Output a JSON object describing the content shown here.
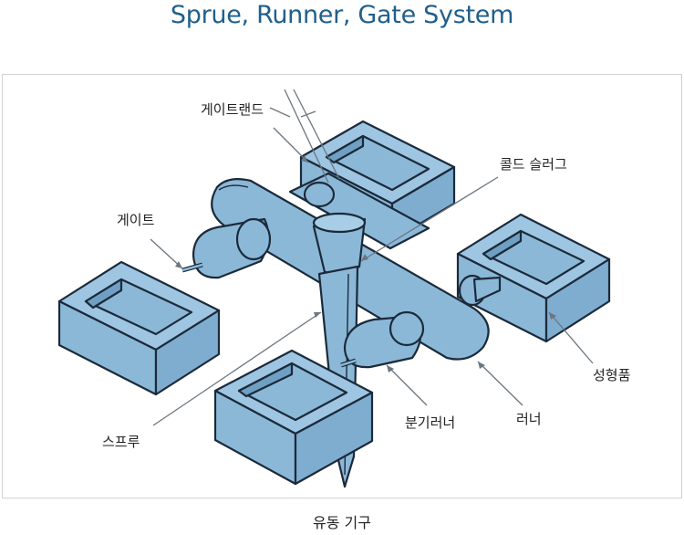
{
  "title": "Sprue, Runner, Gate System",
  "labels": {
    "gate_land": "게이트랜드",
    "cold_slug": "콜드 슬러그",
    "gate": "게이트",
    "sprue": "스프루",
    "branch_runner": "분기러너",
    "runner": "러너",
    "cavity": "성형품"
  },
  "caption": "유동 기구",
  "colors": {
    "title": "#1f5f8b",
    "fill": "#8cb8d8",
    "fill_dark": "#6f9fc3",
    "outline": "#1b2a3a"
  }
}
